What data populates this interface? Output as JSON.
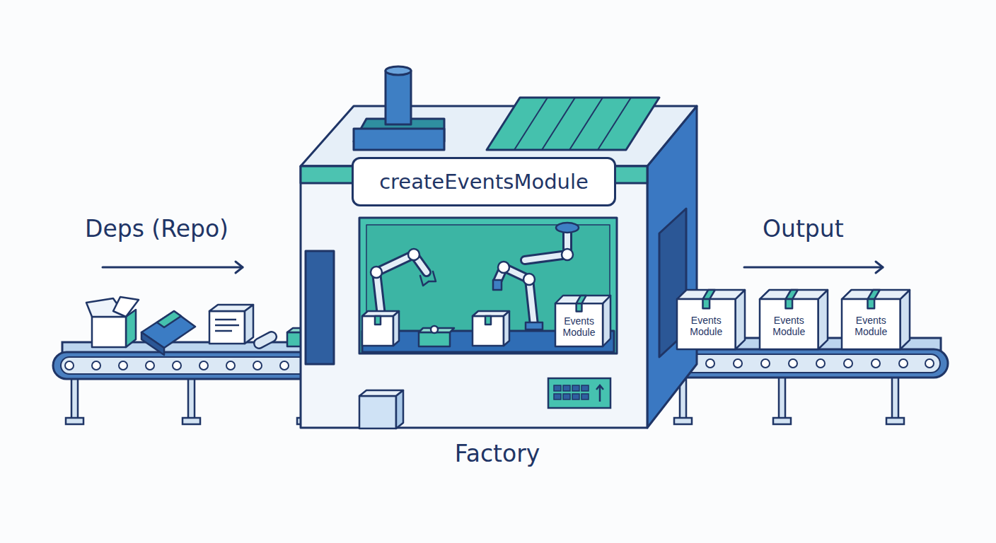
{
  "diagram": {
    "nodes": [
      {
        "text": [
          "createEventsModule",
          "Factory"
        ]
      },
      {
        "text": [
          "Events Module"
        ],
        "in": 0
      },
      {
        "text": [
          "Events Module"
        ]
      },
      {
        "text": [
          "Events Module"
        ]
      },
      {
        "text": [
          "Events Module"
        ]
      }
    ],
    "labels": [
      "Deps (Repo)",
      "Output"
    ]
  }
}
